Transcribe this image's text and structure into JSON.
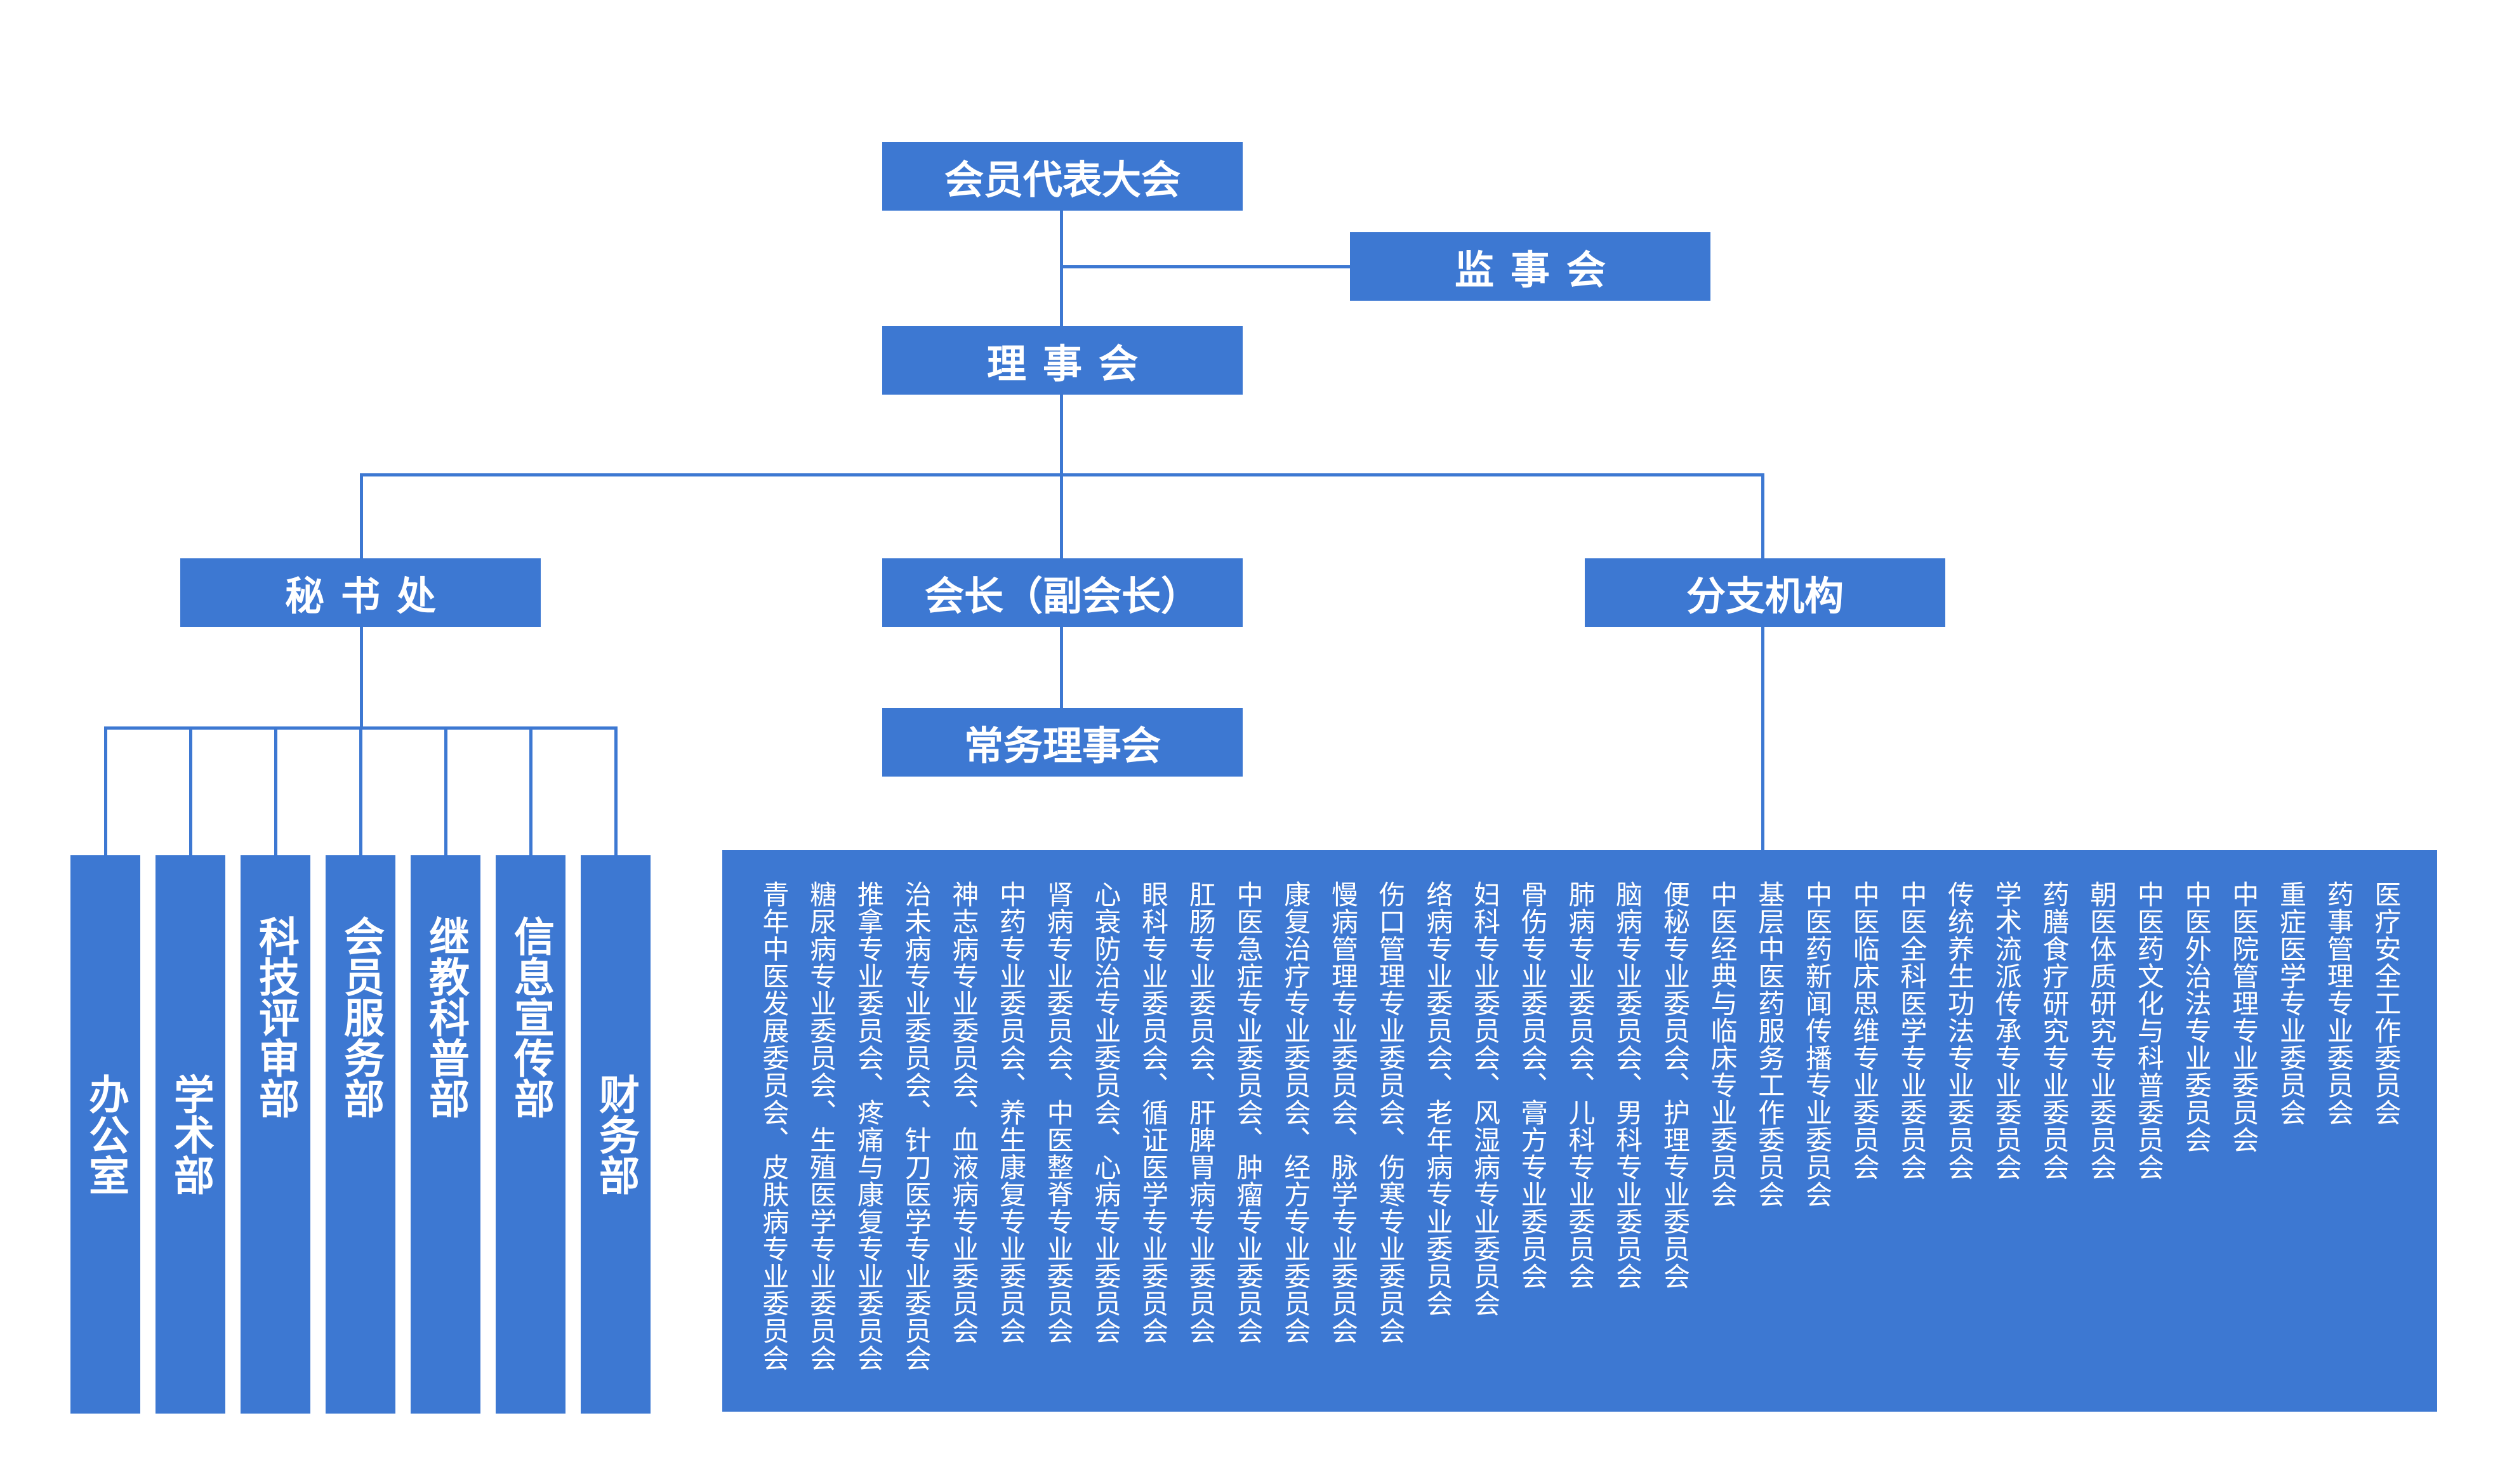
{
  "top": {
    "assembly": "会员代表大会",
    "supervisory": "监事会",
    "council": "理事会"
  },
  "middle": {
    "secretariat": "秘书处",
    "president": "会长（副会长）",
    "branches": "分支机构",
    "standing_council": "常务理事会"
  },
  "departments": [
    "办公室",
    "学术部",
    "科技评审部",
    "会员服务部",
    "继教科普部",
    "信息宣传部",
    "财务部"
  ],
  "branch_committees": [
    "医疗安全工作委员会",
    "药事管理专业委员会",
    "重症医学专业委员会",
    "中医院管理专业委员会",
    "中医外治法专业委员会",
    "中医药文化与科普委员会",
    "朝医体质研究专业委员会",
    "药膳食疗研究专业委员会",
    "学术流派传承专业委员会",
    "传统养生功法专业委员会",
    "中医全科医学专业委员会",
    "中医临床思维专业委员会",
    "中医药新闻传播专业委员会",
    "基层中医药服务工作委员会",
    "中医经典与临床专业委员会",
    "便秘专业委员会、护理专业委员会",
    "脑病专业委员会、男科专业委员会",
    "肺病专业委员会、儿科专业委员会",
    "骨伤专业委员会、膏方专业委员会",
    "妇科专业委员会、风湿病专业委员会",
    "络病专业委员会、老年病专业委员会",
    "伤口管理专业委员会、伤寒专业委员会",
    "慢病管理专业委员会、脉学专业委员会",
    "康复治疗专业委员会、经方专业委员会",
    "中医急症专业委员会、肿瘤专业委员会",
    "肛肠专业委员会、肝脾胃病专业委员会",
    "眼科专业委员会、循证医学专业委员会",
    "心衰防治专业委员会、心病专业委员会",
    "肾病专业委员会、中医整脊专业委员会",
    "中药专业委员会、养生康复专业委员会",
    "神志病专业委员会、血液病专业委员会",
    "治未病专业委员会、针刀医学专业委员会",
    "推拿专业委员会、疼痛与康复专业委员会",
    "糖尿病专业委员会、生殖医学专业委员会",
    "青年中医发展委员会、皮肤病专业委员会"
  ],
  "colors": {
    "primary": "#3d78d2",
    "text": "#ffffff",
    "background": "#ffffff"
  }
}
